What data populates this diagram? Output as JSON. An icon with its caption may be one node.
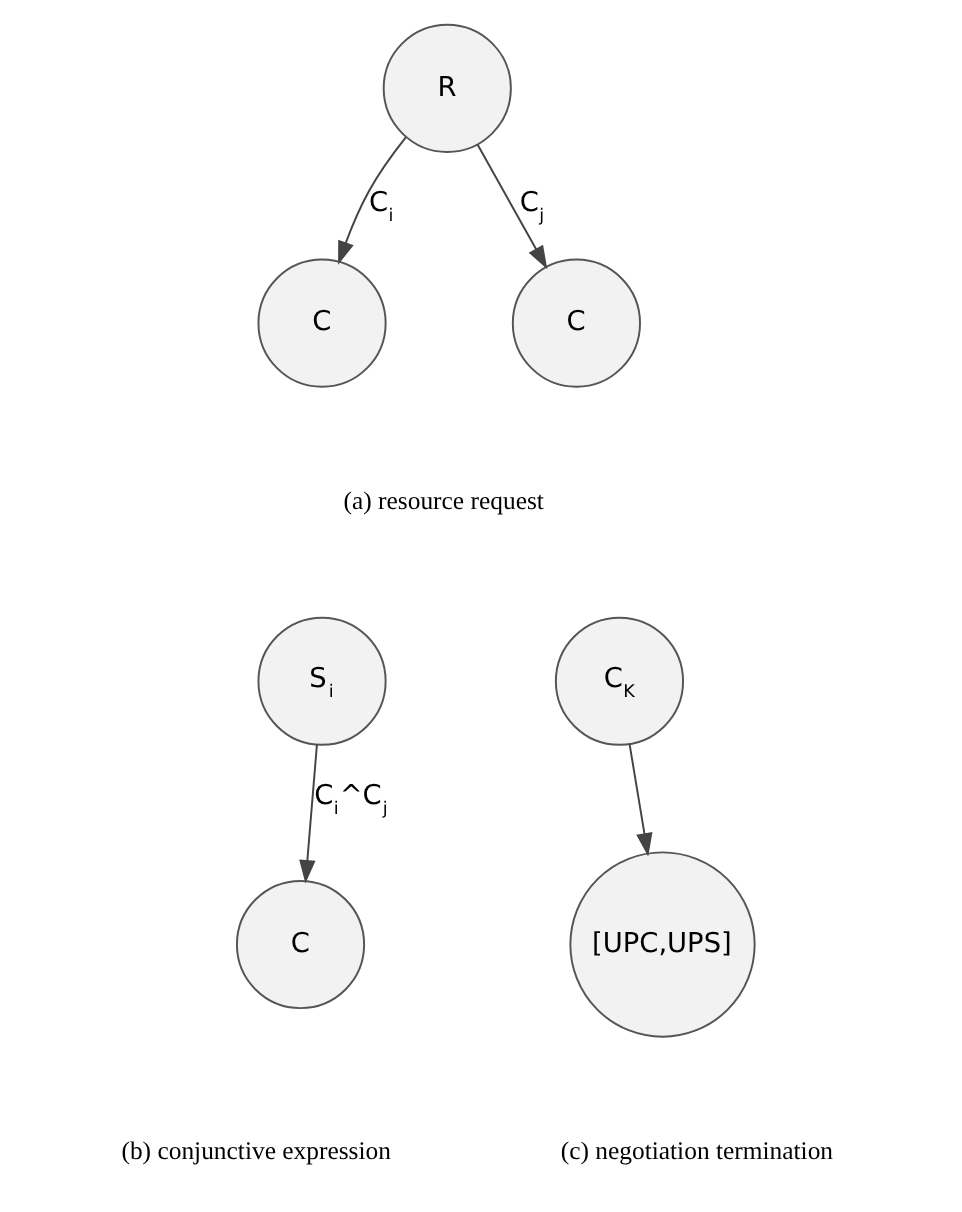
{
  "diagram": {
    "nodes": [
      {
        "text": [
          "R"
        ]
      },
      {
        "text": [
          "C"
        ]
      },
      {
        "text": [
          "C"
        ]
      },
      {
        "text": [
          "S$_{i}$"
        ]
      },
      {
        "text": [
          "C"
        ]
      },
      {
        "text": [
          "C$_{K}$"
        ]
      },
      {
        "text": [
          "[UPC,UPS]"
        ]
      }
    ],
    "edges": [
      {
        "from": 0,
        "to": 1,
        "arrow": "to",
        "label": "C$_{i}$"
      },
      {
        "from": 0,
        "to": 2,
        "arrow": "to",
        "label": "C$_{j}$"
      },
      {
        "from": 3,
        "to": 4,
        "arrow": "to",
        "label": "C$_{i}$^C$_{j}$"
      },
      {
        "from": 5,
        "to": 6,
        "arrow": "to"
      }
    ],
    "labels": [
      "(a) resource request",
      "(b) conjunctive expression",
      "(c) negotiation termination"
    ]
  }
}
